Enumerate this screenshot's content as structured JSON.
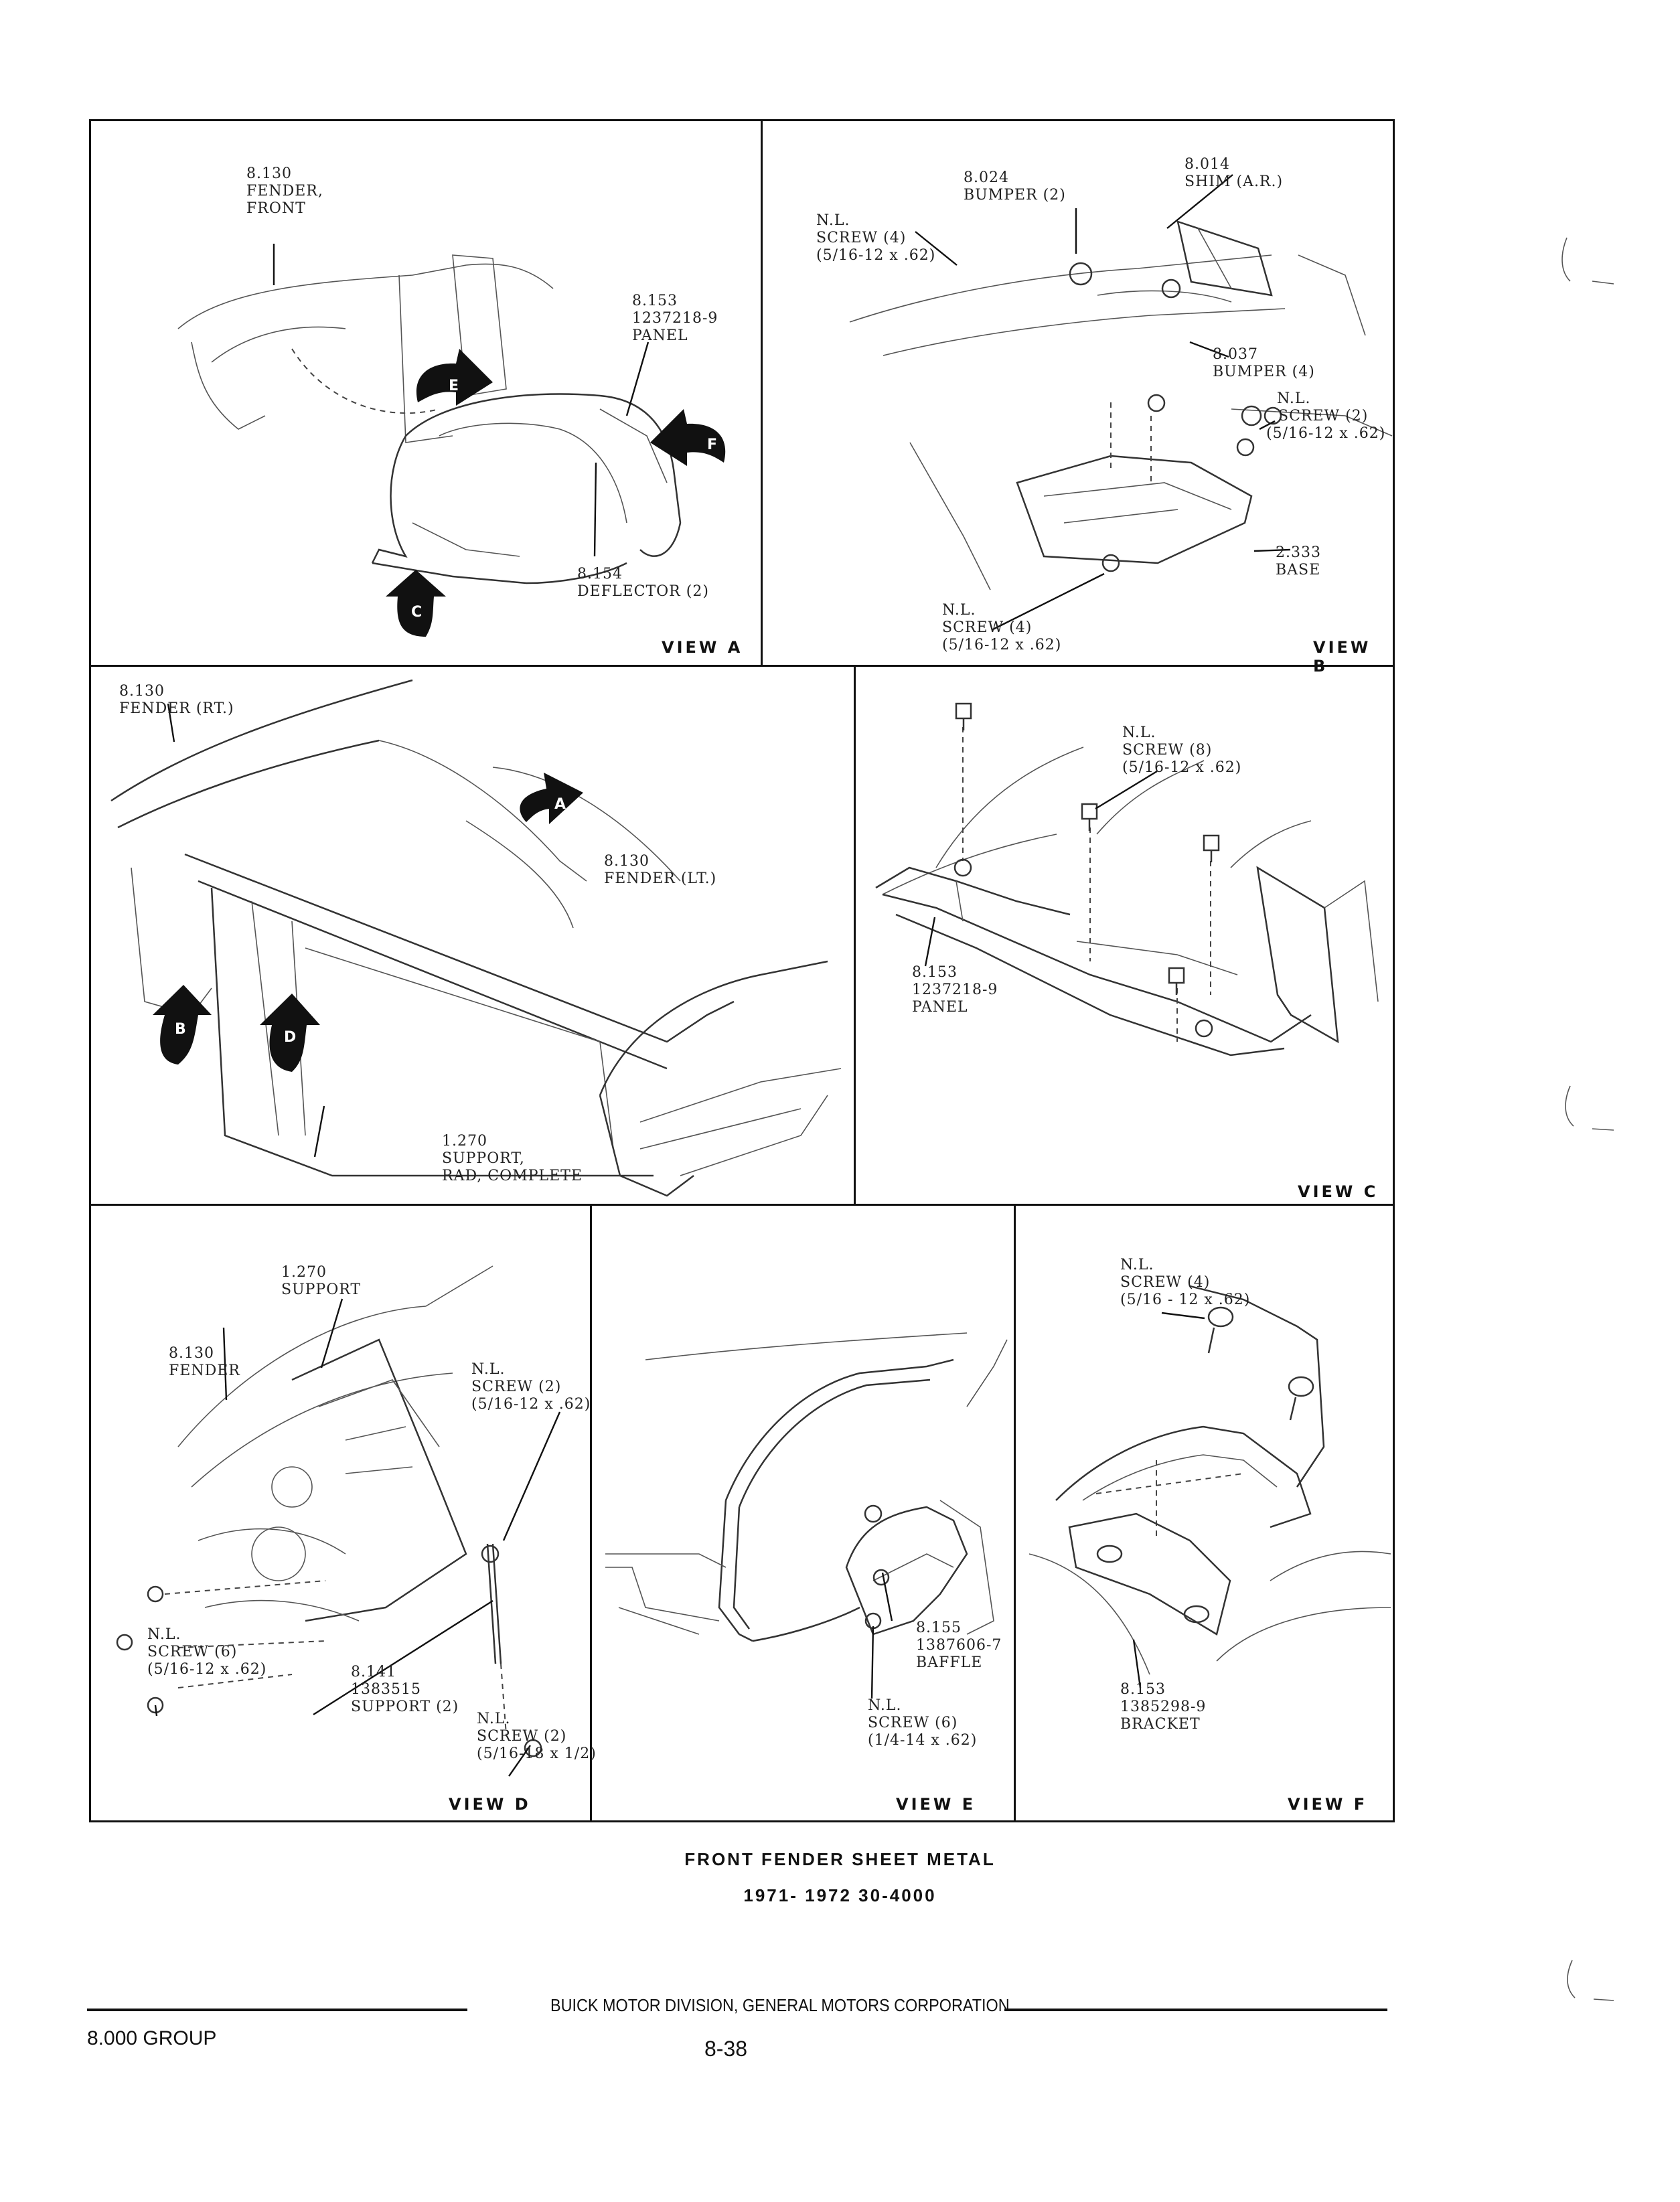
{
  "views": {
    "a": {
      "title": "VIEW A",
      "labels": {
        "fender": "8.130\nFENDER,\nFRONT",
        "panel": "8.153\n1237218-9\nPANEL",
        "deflector": "8.154\nDEFLECTOR (2)"
      },
      "arrows": [
        "E",
        "F",
        "C"
      ]
    },
    "b": {
      "title": "VIEW B",
      "labels": {
        "screw_top": "N.L.\nSCREW (4)\n(5/16-12 x .62)",
        "bumper_top": "8.024\nBUMPER (2)",
        "shim": "8.014\nSHIM (A.R.)",
        "bumper_side": "8.037\nBUMPER (4)",
        "screw_side_head": "N.L.",
        "screw_side_name": "SCREW (2)",
        "screw_side_size": "(5/16-12 x .62)",
        "base": "2.333\nBASE",
        "screw_bottom": "N.L.\nSCREW (4)\n(5/16-12 x .62)"
      }
    },
    "main": {
      "labels": {
        "fender_rt": "8.130\nFENDER (RT.)",
        "fender_lt": "8.130\nFENDER (LT.)",
        "support": "1.270\nSUPPORT,\nRAD, COMPLETE"
      },
      "arrows": [
        "A",
        "B",
        "D"
      ]
    },
    "c": {
      "title": "VIEW C",
      "labels": {
        "screw": "N.L.\nSCREW (8)\n(5/16-12 x .62)",
        "panel": "8.153\n1237218-9\nPANEL"
      }
    },
    "d": {
      "title": "VIEW D",
      "labels": {
        "support_top": "1.270\nSUPPORT",
        "fender": "8.130\nFENDER",
        "screw_right": "N.L.\nSCREW (2)\n(5/16-12 x .62)",
        "screw_left": "N.L.\nSCREW (6)\n(5/16-12 x .62)",
        "support_rod": "8.141\n1383515\nSUPPORT (2)",
        "screw_bottom": "N.L.\nSCREW (2)\n(5/16-18 x 1/2)"
      }
    },
    "e": {
      "title": "VIEW E",
      "labels": {
        "baffle": "8.155\n1387606-7\nBAFFLE",
        "screw": "N.L.\nSCREW (6)\n(1/4-14 x .62)"
      }
    },
    "f": {
      "title": "VIEW F",
      "labels": {
        "screw": "N.L.\nSCREW (4)\n(5/16 - 12 x .62)",
        "bracket": "8.153\n1385298-9\nBRACKET"
      }
    }
  },
  "caption": {
    "title": "FRONT FENDER SHEET METAL",
    "subtitle": "1971- 1972 30-4000"
  },
  "footer": {
    "division": "BUICK MOTOR DIVISION, GENERAL MOTORS CORPORATION",
    "group": "8.000 GROUP",
    "page": "8-38"
  }
}
